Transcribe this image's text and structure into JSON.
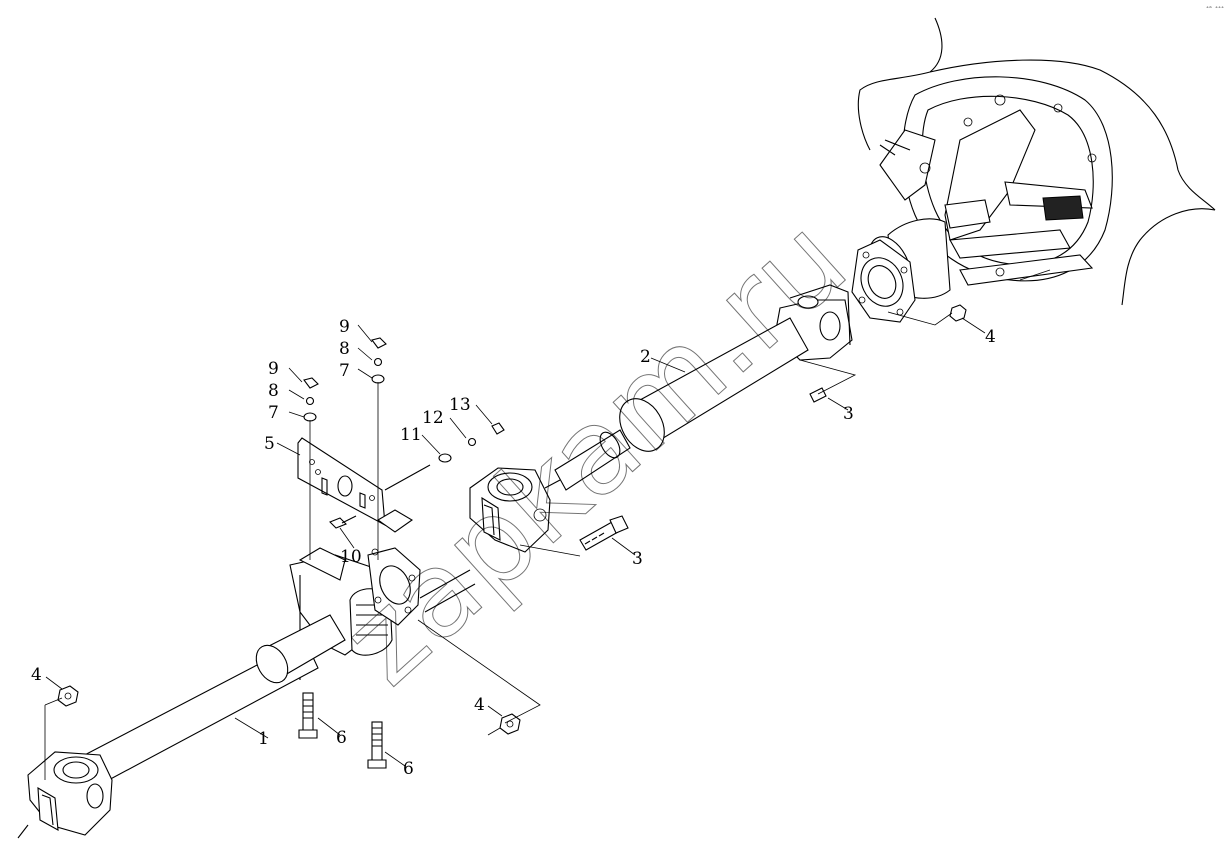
{
  "callouts": [
    "1",
    "2",
    "3",
    "3",
    "4",
    "4",
    "4",
    "5",
    "6",
    "6",
    "7",
    "7",
    "8",
    "8",
    "9",
    "9",
    "10",
    "11",
    "12",
    "13"
  ],
  "watermark": "zapkam.ru",
  "corner_mark": "ᵒᵐ ᵒᵒᵒ"
}
